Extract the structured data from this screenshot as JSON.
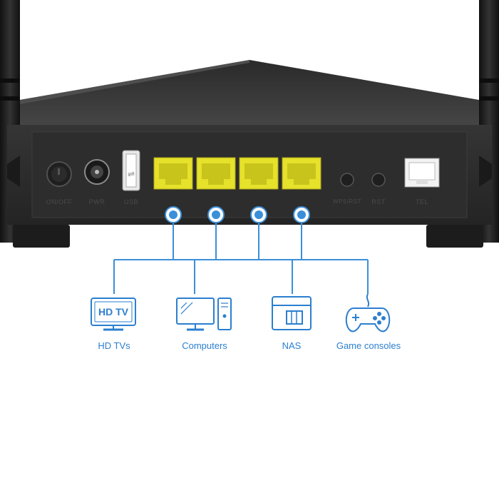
{
  "router": {
    "labels": {
      "on_off": "ON/OFF",
      "pwr": "PWR",
      "usb": "USB",
      "wps": "WPS/RST",
      "rst": "RST",
      "tel": "TEL"
    }
  },
  "icons": {
    "tv_screen_text": "HD TV",
    "names": [
      "tv-icon",
      "computer-icon",
      "nas-icon",
      "gamepad-icon"
    ]
  },
  "categories": [
    {
      "label": "HD TVs"
    },
    {
      "label": "Computers"
    },
    {
      "label": "NAS"
    },
    {
      "label": "Game consoles"
    }
  ],
  "colors": {
    "accent": "#2b7fd0",
    "port_yellow": "#e6e12a",
    "router_body": "#2b2b2b"
  }
}
